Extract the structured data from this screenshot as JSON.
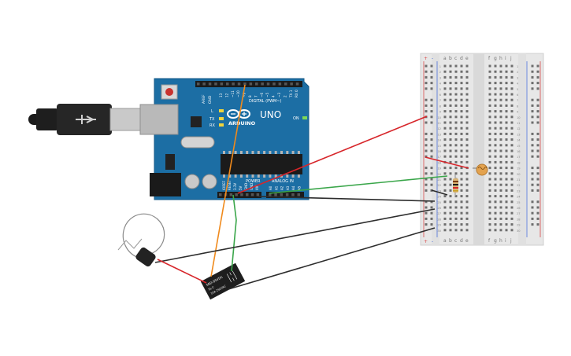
{
  "arduino": {
    "brand": "ARDUINO",
    "model": "UNO",
    "digital_label": "DIGITAL (PWM~)",
    "power_label": "POWER",
    "analog_label": "ANALOG IN",
    "on_label": "ON",
    "tx_label": "TX",
    "rx_label": "RX",
    "l_label": "L",
    "aref_label": "AREF",
    "gnd_label": "GND",
    "ioref_label": "IOREF",
    "reset_label": "RESET",
    "v33_label": "3.3V",
    "v5_label": "5V",
    "vin_label": "VIN",
    "digital_pins": [
      "13",
      "12",
      "~11",
      "~10",
      "~9",
      "8",
      "7",
      "~6",
      "~5",
      "4",
      "~3",
      "2",
      "TX 1",
      "RX 0"
    ],
    "analog_pins": [
      "A0",
      "A1",
      "A2",
      "A3",
      "A4",
      "A5"
    ]
  },
  "breadboard": {
    "columns_left": [
      "a",
      "b",
      "c",
      "d",
      "e"
    ],
    "columns_right": [
      "f",
      "g",
      "h",
      "i",
      "j"
    ],
    "row_count": 30,
    "rail_plus": "+",
    "rail_minus": "-"
  },
  "relay": {
    "text_lines": [
      "SRD-05VDC",
      "SL-C",
      "10A 250VAC"
    ]
  },
  "colors": {
    "board": "#1c6ea4",
    "wire_red": "#d7262b",
    "wire_orange": "#f08a1c",
    "wire_green": "#3aa64a",
    "wire_black": "#2d2d2d",
    "breadboard": "#e7e7e7",
    "rail_red": "#d94a4a",
    "rail_blue": "#4a6fd9"
  }
}
